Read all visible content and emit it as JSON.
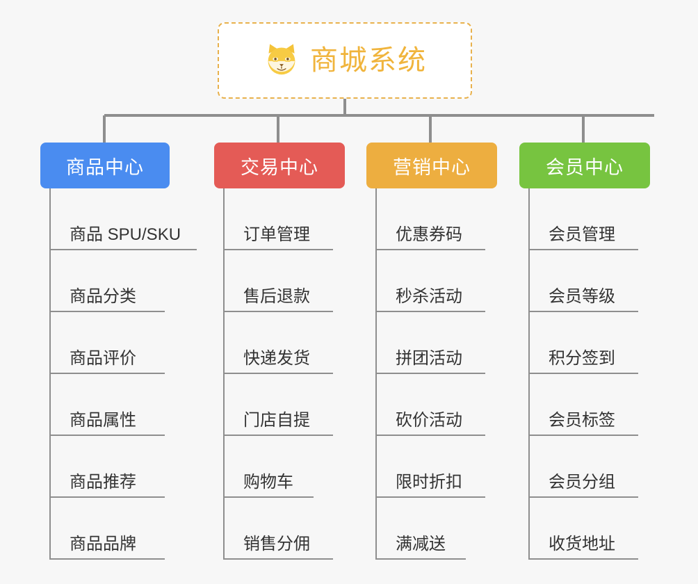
{
  "page": {
    "background_color": "#f7f7f7",
    "type": "org-chart-mindmap"
  },
  "root": {
    "title": "商城系统",
    "icon": "shiba-inu-dog-face-emoji",
    "border_color": "#e8b14c",
    "text_color": "#f0b43c",
    "background_color": "#ffffff"
  },
  "connector": {
    "color": "#8e8e8e"
  },
  "columns": [
    {
      "id": "product-center",
      "label": "商品中心",
      "color": "#4a8cf0",
      "items": [
        "商品 SPU/SKU",
        "商品分类",
        "商品评价",
        "商品属性",
        "商品推荐",
        "商品品牌"
      ]
    },
    {
      "id": "trade-center",
      "label": "交易中心",
      "color": "#e45b56",
      "items": [
        "订单管理",
        "售后退款",
        "快递发货",
        "门店自提",
        "购物车",
        "销售分佣"
      ]
    },
    {
      "id": "marketing-center",
      "label": "营销中心",
      "color": "#edae40",
      "items": [
        "优惠券码",
        "秒杀活动",
        "拼团活动",
        "砍价活动",
        "限时折扣",
        "满减送"
      ]
    },
    {
      "id": "member-center",
      "label": "会员中心",
      "color": "#77c440",
      "items": [
        "会员管理",
        "会员等级",
        "积分签到",
        "会员标签",
        "会员分组",
        "收货地址"
      ]
    }
  ]
}
